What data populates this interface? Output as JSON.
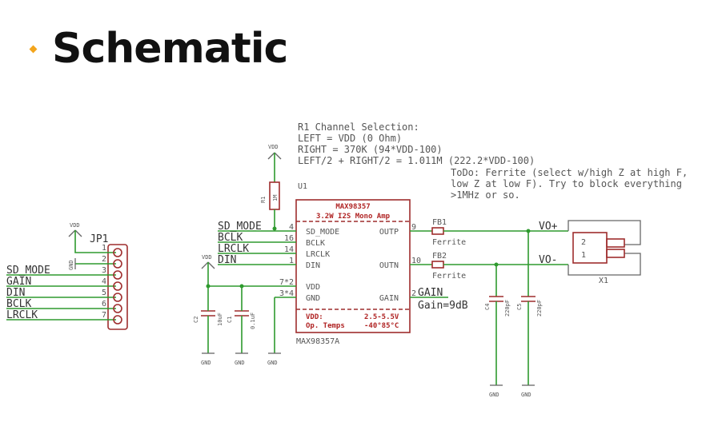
{
  "title": "Schematic",
  "note": {
    "lines": [
      "R1 Channel Selection:",
      "LEFT = VDD (0 Ohm)",
      "RIGHT = 370K (94*VDD-100)",
      "LEFT/2 + RIGHT/2 = 1.011M (222.2*VDD-100)"
    ]
  },
  "todo": {
    "lines": [
      "ToDo: Ferrite (select w/high Z at high F,",
      "low Z at low F). Try to block everything",
      ">1MHz or so."
    ]
  },
  "ic": {
    "ref": "U1",
    "name": "MAX98357",
    "desc": "3.2W I2S Mono Amp",
    "part": "MAX98357A",
    "vdd_label": "VDD:",
    "vdd_range": "2.5-5.5V",
    "temp_label": "Op. Temps",
    "temp_range": "-40°85°C",
    "pins_left": [
      {
        "name": "SD_MODE",
        "num": "4"
      },
      {
        "name": "BCLK",
        "num": "16"
      },
      {
        "name": "LRCLK",
        "num": "14"
      },
      {
        "name": "DIN",
        "num": "1"
      },
      {
        "name": "VDD",
        "num": "7*2"
      },
      {
        "name": "GND",
        "num": "3*4"
      }
    ],
    "pins_right": [
      {
        "name": "OUTP",
        "num": "9"
      },
      {
        "name": "OUTN",
        "num": "10"
      },
      {
        "name": "GAIN",
        "num": "2"
      }
    ]
  },
  "header": {
    "ref": "JP1",
    "vdd": "VDD",
    "gnd": "GND",
    "pins": [
      {
        "num": "1",
        "net": ""
      },
      {
        "num": "2",
        "net": ""
      },
      {
        "num": "3",
        "net": "SD_MODE"
      },
      {
        "num": "4",
        "net": "GAIN"
      },
      {
        "num": "5",
        "net": "DIN"
      },
      {
        "num": "6",
        "net": "BCLK"
      },
      {
        "num": "7",
        "net": "LRCLK"
      }
    ]
  },
  "nets": {
    "sd_mode": "SD_MODE",
    "bclk": "BCLK",
    "lrclk": "LRCLK",
    "din": "DIN",
    "gain": "GAIN",
    "gain_note": "Gain=9dB",
    "vo_plus": "VO+",
    "vo_minus": "VO-"
  },
  "components": {
    "r1": {
      "ref": "R1",
      "value": "1M"
    },
    "c2": {
      "ref": "C2",
      "value": "10uF"
    },
    "c1": {
      "ref": "C1",
      "value": "0.1uF"
    },
    "c4": {
      "ref": "C4",
      "value": "220pF"
    },
    "c5": {
      "ref": "C5",
      "value": "220pF"
    },
    "fb1": {
      "ref": "FB1",
      "value": "Ferrite"
    },
    "fb2": {
      "ref": "FB2",
      "value": "Ferrite"
    },
    "x1": {
      "ref": "X1",
      "pin_top": "2",
      "pin_bottom": "1"
    }
  },
  "supply": {
    "vdd": "VDD",
    "gnd": "GND"
  },
  "colors": {
    "wire": "#2e9a2e",
    "part": "#9e2d2d",
    "text": "#555555",
    "accent": "#f3a51c"
  }
}
